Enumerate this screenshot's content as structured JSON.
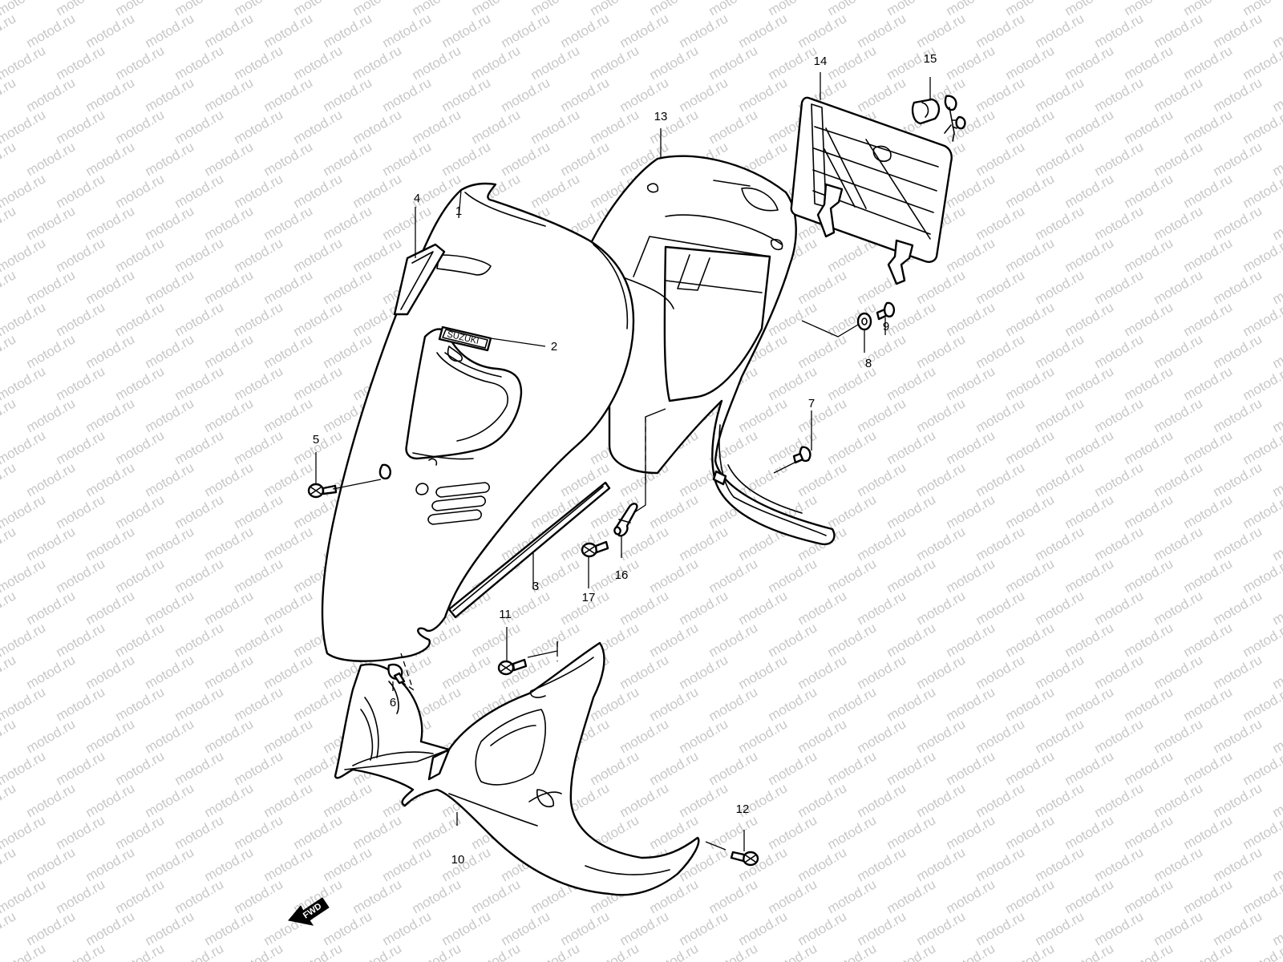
{
  "watermark": "motod.ru",
  "brand_emblem": "SUZUKI",
  "direction_badge": "FWD",
  "callouts": {
    "c1": "1",
    "c2": "2",
    "c3": "3",
    "c4": "4",
    "c5": "5",
    "c6": "6",
    "c7": "7",
    "c8": "8",
    "c9": "9",
    "c10": "10",
    "c11": "11",
    "c12": "12",
    "c13": "13",
    "c14": "14",
    "c15": "15",
    "c16": "16",
    "c17": "17"
  },
  "colors": {
    "line": "#000000",
    "watermark": "#c8c8c8",
    "background": "#ffffff"
  }
}
